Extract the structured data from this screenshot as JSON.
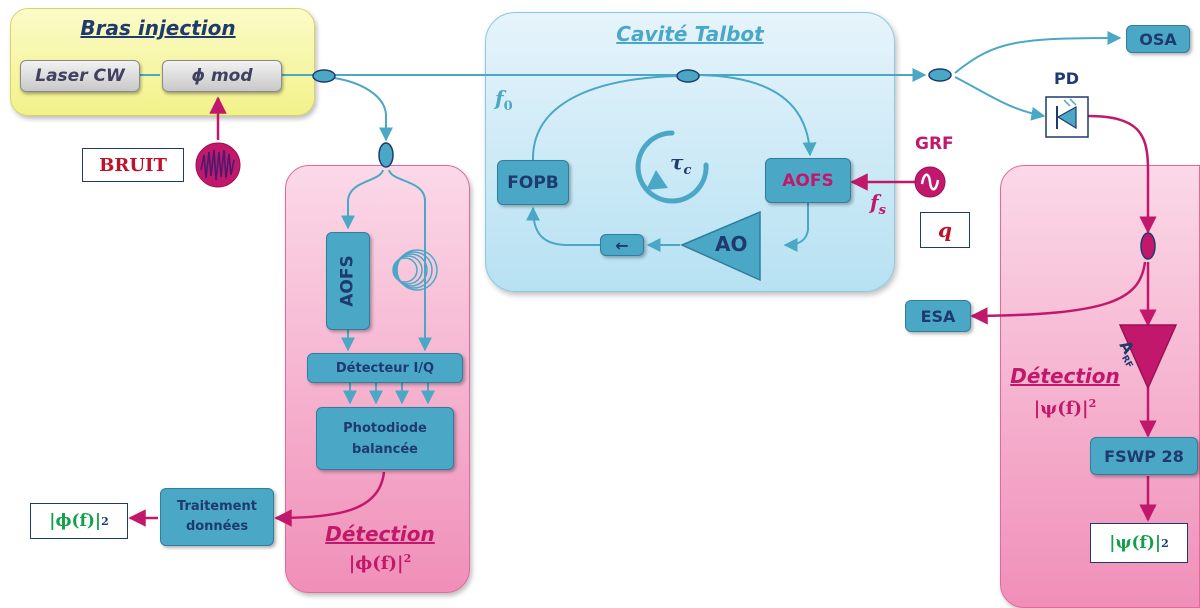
{
  "injection": {
    "title": "Bras injection",
    "laser": "Laser CW",
    "mod": "ϕ mod",
    "noise": "BRUIT"
  },
  "cavity": {
    "title": "Cavité Talbot",
    "f0": "f",
    "f0_sub": "0",
    "tau": "τ",
    "tau_sub": "c",
    "fopb": "FOPB",
    "aofs": "AOFS",
    "ao": "AO",
    "isolator": "←"
  },
  "grf": {
    "label": "GRF",
    "fs": "f",
    "fs_sub": "s",
    "q": "q"
  },
  "left_detection": {
    "aofs": "AOFS",
    "iq": "Détecteur I/Q",
    "photodiode_line1": "Photodiode",
    "photodiode_line2": "balancée",
    "processing_line1": "Traitement",
    "processing_line2": "données",
    "title": "Détection",
    "formula": "|ϕ(f)|",
    "result": "|ϕ(f)|"
  },
  "right_detection": {
    "osa": "OSA",
    "pd": "PD",
    "esa": "ESA",
    "amp_main": "A",
    "amp_sub": "RF",
    "fswp": "FSWP 28",
    "title": "Détection",
    "formula": "|ψ(f)|",
    "result": "|ψ(f)|"
  },
  "exponent": "2",
  "colors": {
    "fiber": "#4aa8c6",
    "rf": "#c2186b",
    "component": "#4aa8c6",
    "text_dark": "#1f3a6e",
    "noise_red": "#c0102a",
    "result_green": "#13a04b"
  }
}
